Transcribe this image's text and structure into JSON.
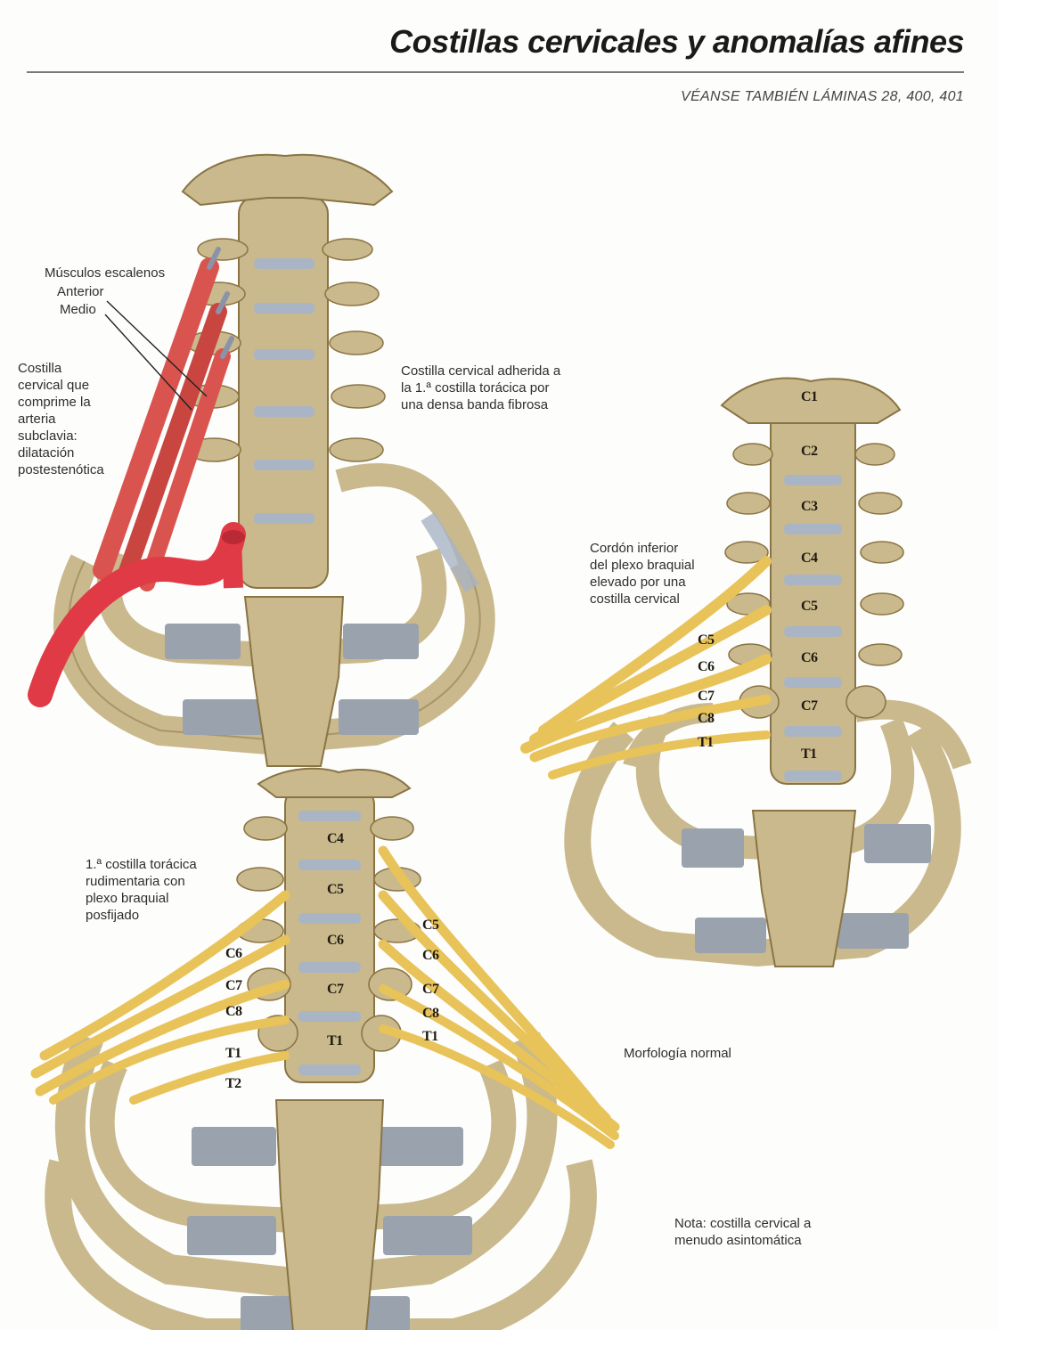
{
  "page": {
    "title": "Costillas cervicales y anomalías afines",
    "see_also": "VÉANSE TAMBIÉN LÁMINAS 28, 400, 401"
  },
  "colors": {
    "bone": "#c9b98c",
    "bone_shadow": "#8a7444",
    "cartilage": "#9aa2ad",
    "disc": "#a9b4c4",
    "muscle": "#d9544f",
    "artery": "#e03a46",
    "nerve": "#e8c35a",
    "background": "#fdfdfc"
  },
  "figure_top_left": {
    "labels": {
      "scalene_heading": "Músculos escalenos",
      "scalene_anterior": "Anterior",
      "scalene_medio": "Medio",
      "cervical_rib_artery": "Costilla\ncervical que\ncomprime la\narteria\nsubclavia:\ndilatación\npostestenótica",
      "cervical_rib_band": "Costilla cervical adherida a\nla 1.ª costilla torácica por\nuna densa banda fibrosa"
    }
  },
  "figure_right": {
    "caption": "Cordón inferior\ndel plexo braquial\nelevado por una\ncostilla cervical",
    "vertebrae": [
      "C1",
      "C2",
      "C3",
      "C4",
      "C5",
      "C6",
      "C7",
      "T1"
    ],
    "nerve_roots": [
      "C5",
      "C6",
      "C7",
      "C8",
      "T1"
    ]
  },
  "figure_bottom": {
    "caption": "1.ª costilla torácica\nrudimentaria con\nplexo braquial\nposfijado",
    "vertebrae": [
      "C4",
      "C5",
      "C6",
      "C7",
      "T1"
    ],
    "left_nerve_roots": [
      "C6",
      "C7",
      "C8",
      "T1",
      "T2"
    ],
    "right_nerve_roots": [
      "C5",
      "C6",
      "C7",
      "C8",
      "T1"
    ],
    "normal_label": "Morfología normal"
  },
  "note": "Nota: costilla cervical a\nmenudo asintomática"
}
